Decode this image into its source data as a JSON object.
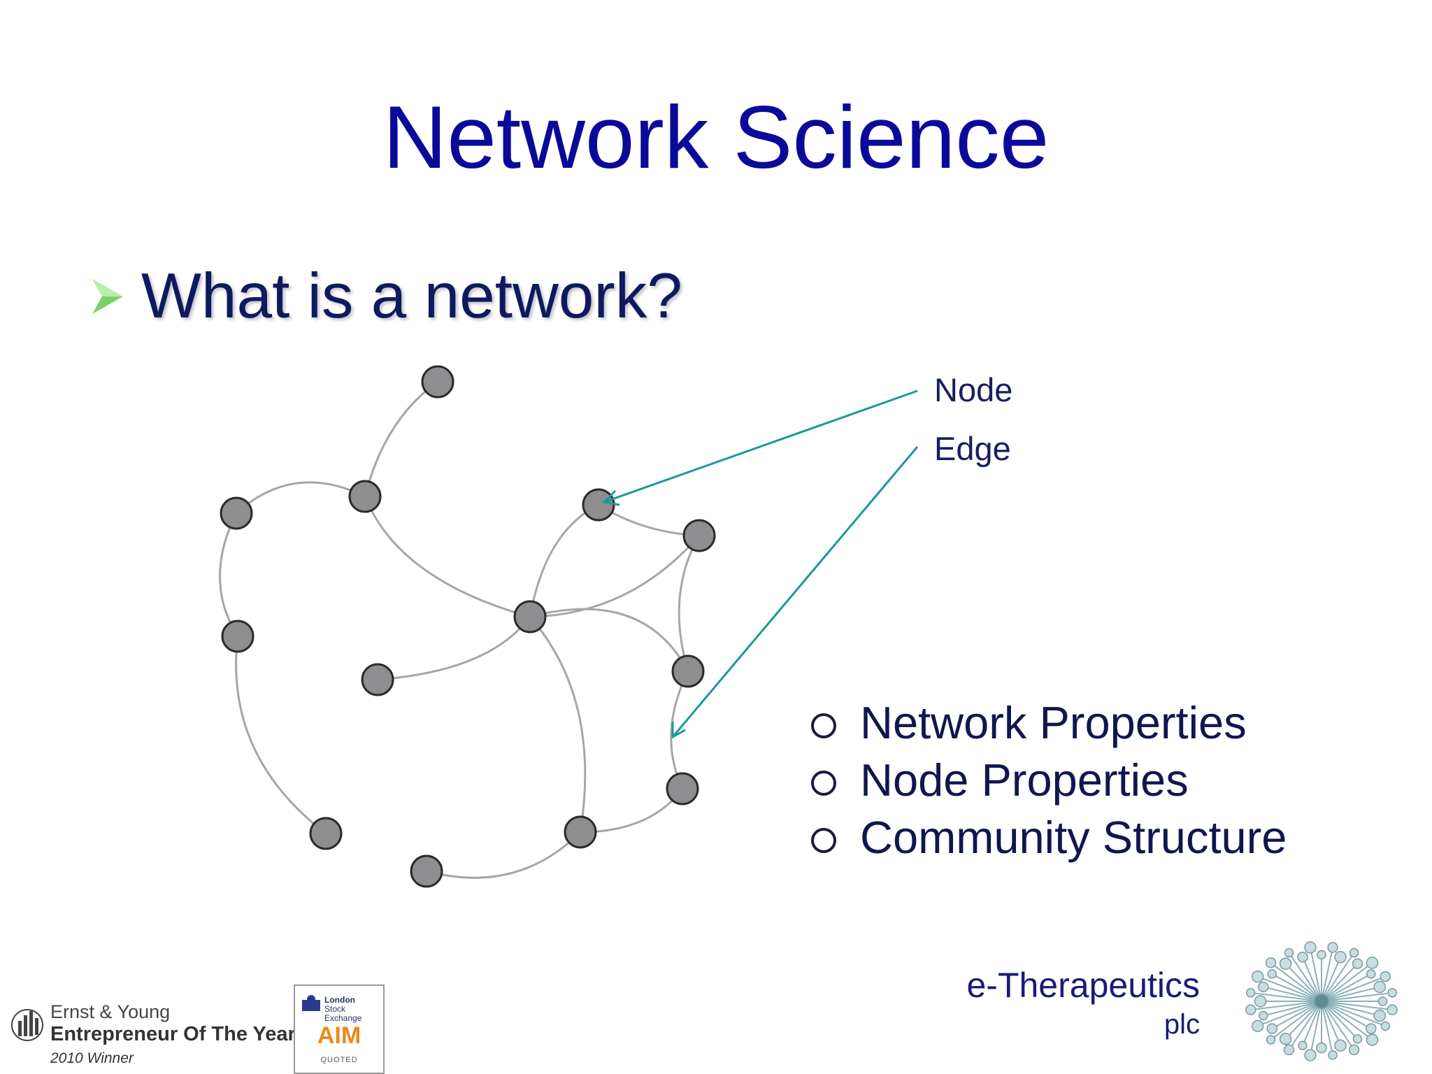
{
  "slide": {
    "title": "Network Science",
    "bullet": "What is a network?",
    "labels": {
      "node": "Node",
      "edge": "Edge"
    },
    "properties": [
      "Network Properties",
      "Node Properties",
      "Community Structure"
    ]
  },
  "company": {
    "name": "e-Therapeutics",
    "suffix": "plc"
  },
  "footer": {
    "ey_line1": "Ernst & Young",
    "ey_line2": "Entrepreneur Of The Year",
    "ey_line2_mark": "®",
    "ey_line3": "2010 Winner",
    "lse_line1": "London",
    "lse_line2": "Stock Exchange",
    "lse_aim": "AIM",
    "lse_quoted": "QUOTED"
  },
  "colors": {
    "title": "#0a0a9a",
    "node_fill": "#8e8e90",
    "edge": "#a6a6a6",
    "pointer": "#1a9a96",
    "bullet_arrow": "#7ccf6a"
  }
}
